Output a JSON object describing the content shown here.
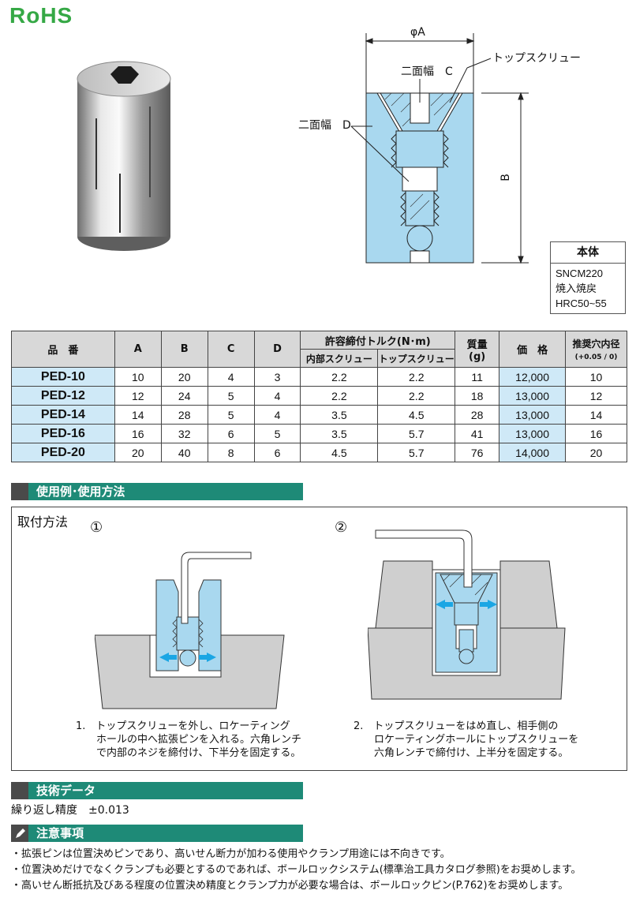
{
  "logo": "RoHS",
  "drawing": {
    "dim_a": "φA",
    "dim_b": "B",
    "top_screw": "トップスクリュー",
    "flat_c": "二面幅　C",
    "flat_d": "二面幅　D"
  },
  "material": {
    "header": "本体",
    "lines": [
      "SNCM220",
      "焼入焼戻",
      "HRC50~55"
    ]
  },
  "table": {
    "h_part": "品　番",
    "h_a": "A",
    "h_b": "B",
    "h_c": "C",
    "h_d": "D",
    "h_torque": "許容締付トルク(N･m)",
    "h_inner": "内部スクリュー",
    "h_top": "トップスクリュー",
    "h_mass": "質量",
    "h_mass_unit": "(g)",
    "h_price": "価　格",
    "h_hole": "推奨穴内径",
    "h_hole_tol": "(+0.05 / 0)",
    "rows": [
      {
        "part": "PED-10",
        "a": "10",
        "b": "20",
        "c": "4",
        "d": "3",
        "inner": "2.2",
        "top": "2.2",
        "mass": "11",
        "price": "12,000",
        "hole": "10"
      },
      {
        "part": "PED-12",
        "a": "12",
        "b": "24",
        "c": "5",
        "d": "4",
        "inner": "2.2",
        "top": "2.2",
        "mass": "18",
        "price": "13,000",
        "hole": "12"
      },
      {
        "part": "PED-14",
        "a": "14",
        "b": "28",
        "c": "5",
        "d": "4",
        "inner": "3.5",
        "top": "4.5",
        "mass": "28",
        "price": "13,000",
        "hole": "14"
      },
      {
        "part": "PED-16",
        "a": "16",
        "b": "32",
        "c": "6",
        "d": "5",
        "inner": "3.5",
        "top": "5.7",
        "mass": "41",
        "price": "13,000",
        "hole": "16"
      },
      {
        "part": "PED-20",
        "a": "20",
        "b": "40",
        "c": "8",
        "d": "6",
        "inner": "4.5",
        "top": "5.7",
        "mass": "76",
        "price": "14,000",
        "hole": "20"
      }
    ]
  },
  "usage": {
    "title": "使用例･使用方法",
    "subtitle": "取付方法",
    "n1": "①",
    "n2": "②",
    "step1": [
      "1.　トップスクリューを外し、ロケーティング",
      "ホールの中へ拡張ピンを入れる。六角レンチ",
      "で内部のネジを締付け、下半分を固定する。"
    ],
    "step2": [
      "2.　トップスクリューをはめ直し、相手側の",
      "ロケーティングホールにトップスクリューを",
      "六角レンチで締付け、上半分を固定する。"
    ]
  },
  "tech": {
    "title": "技術データ",
    "text": "繰り返し精度　±0.013"
  },
  "caution": {
    "title": "注意事項",
    "items": [
      "・拡張ピンは位置決めピンであり、高いせん断力が加わる使用やクランプ用途には不向きです。",
      "・位置決めだけでなくクランプも必要とするのであれば、ボールロックシステム(標準治工具カタログ参照)をお奨めします。",
      "・高いせん断抵抗及びある程度の位置決め精度とクランプ力が必要な場合は、ボールロックピン(P.762)をお奨めします。"
    ]
  },
  "colors": {
    "accent": "#1e8a77",
    "highlight": "#cfe9f7",
    "part_fill": "#a9d8ef",
    "arrow": "#1aa6e4",
    "logo": "#35a845"
  }
}
